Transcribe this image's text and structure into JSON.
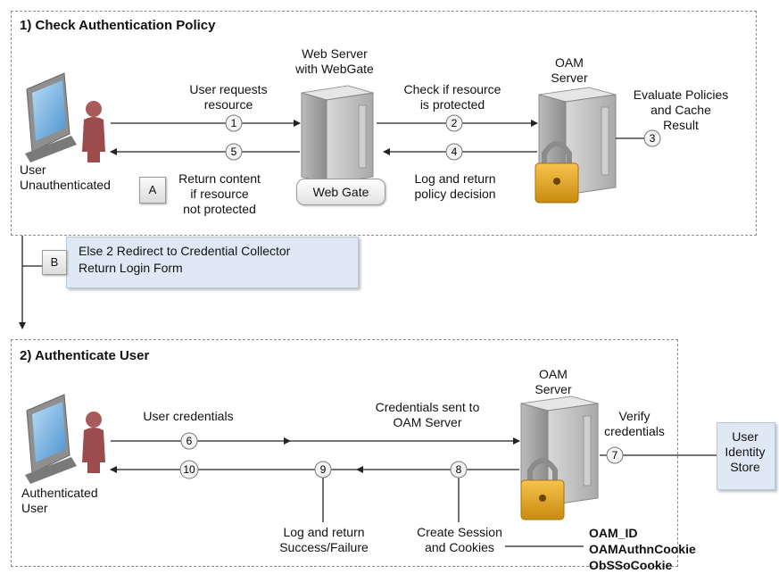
{
  "panel1": {
    "title": "1) Check Authentication Policy",
    "user_label": "User\nUnauthenticated",
    "webserver_label": "Web Server\nwith WebGate",
    "oam_label": "OAM\nServer",
    "webgate_box": "Web Gate",
    "step1_label": "User requests\nresource",
    "step2_label": "Check if resource\nis protected",
    "step3_label": "Evaluate Policies\nand Cache\nResult",
    "step4_label": "Log and return\npolicy decision",
    "a_label": "Return content\nif resource\nnot protected"
  },
  "callout": {
    "a_letter": "A",
    "b_letter": "B",
    "b_text": "Else 2 Redirect to Credential Collector\nReturn Login Form"
  },
  "panel2": {
    "title": "2) Authenticate User",
    "user_label": "Authenticated\nUser",
    "oam_label": "OAM\nServer",
    "step6_label": "User credentials",
    "cred_sent_label": "Credentials sent to\nOAM Server",
    "step7_label": "Verify\ncredentials",
    "step9_label": "Log and return\nSuccess/Failure",
    "step8_label": "Create Session\nand Cookies",
    "store_label": "User\nIdentity\nStore"
  },
  "cookies": [
    "OAM_ID",
    "OAMAuthnCookie",
    "ObSSoCookie"
  ],
  "steps": [
    "1",
    "2",
    "3",
    "4",
    "5",
    "6",
    "7",
    "8",
    "9",
    "10"
  ],
  "colors": {
    "callout_fill": "#dfe9f6",
    "store_fill": "#dfe9f6",
    "lock": "#e2a21a",
    "person": "#a85b5b",
    "panel_border": "#8a8a8a"
  }
}
